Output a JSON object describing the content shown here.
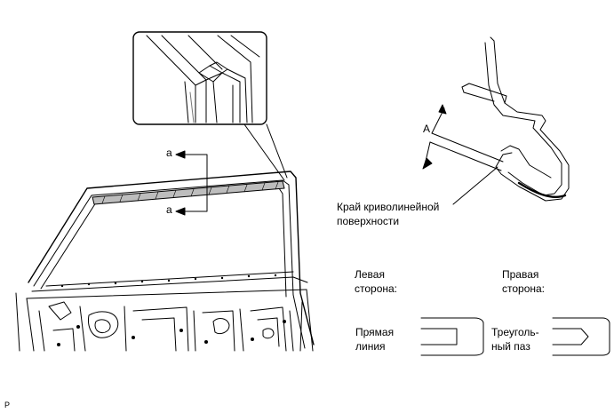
{
  "labels": {
    "section_a_top": "a",
    "section_a_bottom": "a",
    "dimension_a": "A",
    "curved_edge_line1": "Край криволинейной",
    "curved_edge_line2": "поверхности",
    "left_side_line1": "Левая",
    "left_side_line2": "сторона:",
    "right_side_line1": "Правая",
    "right_side_line2": "сторона:",
    "straight_line1": "Прямая",
    "straight_line2": "линия",
    "triangular_line1": "Треуголь-",
    "triangular_line2": "ный паз",
    "corner_mark": "P"
  }
}
